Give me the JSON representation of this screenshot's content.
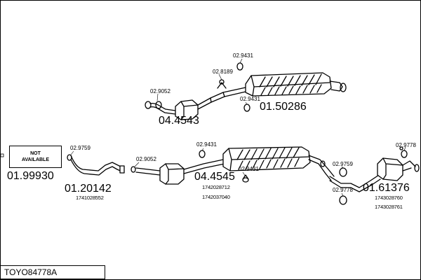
{
  "diagram_id": "TOYO84778A",
  "not_available": {
    "line1": "NOT",
    "line2": "AVAILABLE"
  },
  "labels": {
    "upper_cat_kit": "04.4543",
    "upper_rear_kit": "01.50286",
    "front_kit": "01.99930",
    "front_pipe_kit": "01.20142",
    "center_kit": "04.4545",
    "rear_kit": "01.61376"
  },
  "parts": {
    "u_p1": "02.9431",
    "u_p2": "02.8189",
    "u_p3": "02.9052",
    "u_p4": "02.9431",
    "l_p1": "02.9759",
    "l_p2": "02.9052",
    "l_p3": "02.9431",
    "l_p4": "02.9431",
    "r_p1": "02.9778",
    "r_p2": "02.9759",
    "r_p3": "02.9778"
  },
  "oe_numbers": {
    "pipe_oe": "1741028552",
    "center_oe1": "1742028712",
    "center_oe2": "1742037040",
    "rear_oe1": "1743028760",
    "rear_oe2": "1743028761"
  }
}
